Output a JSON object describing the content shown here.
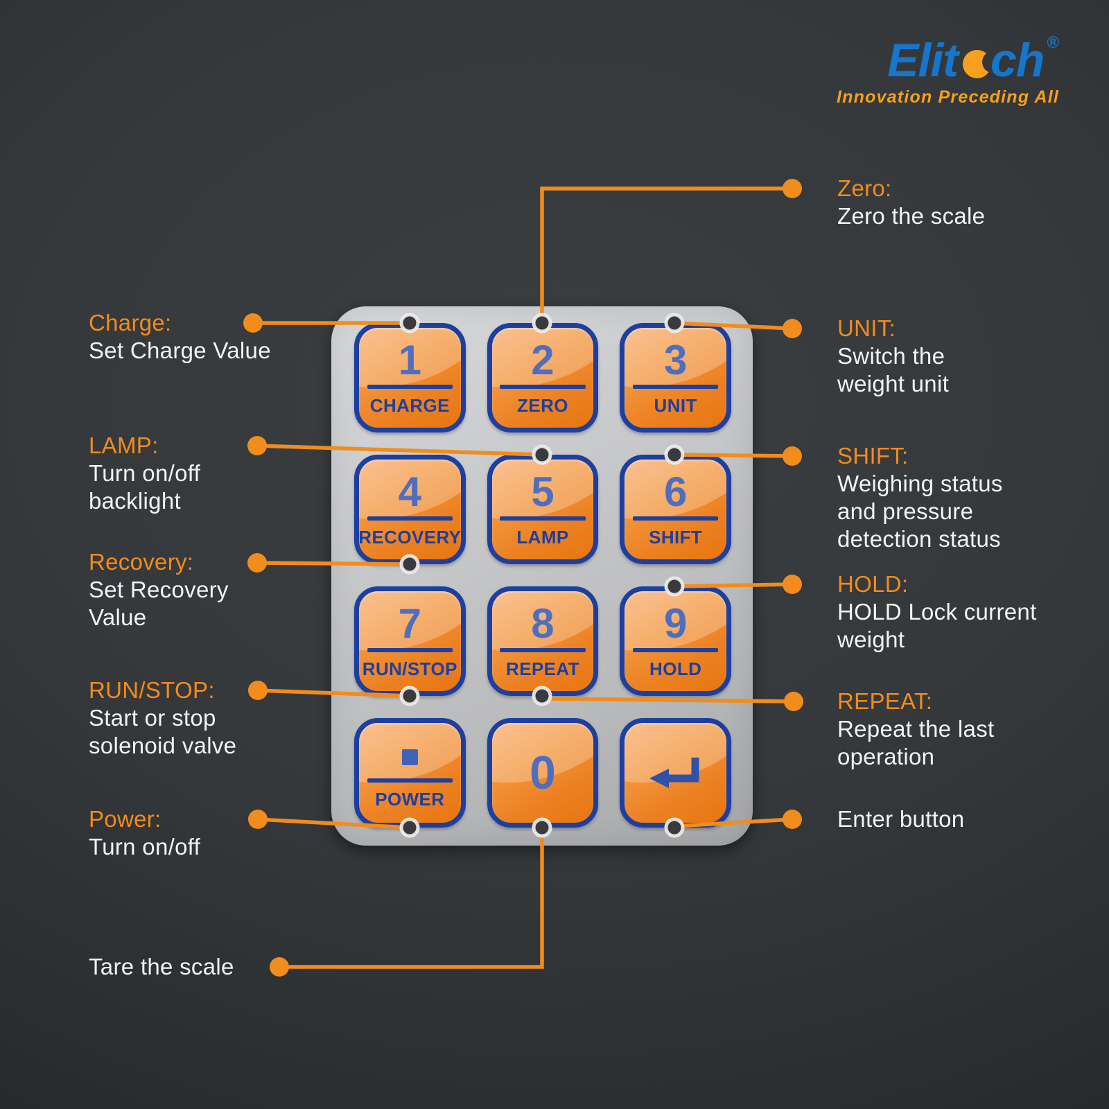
{
  "logo": {
    "brand_prefix": "Elit",
    "brand_suffix": "ch",
    "registered": "®",
    "tagline": "Innovation Preceding All",
    "blue": "#1577CB",
    "orange": "#F6A01D"
  },
  "colors": {
    "accent_orange": "#F28C1C",
    "button_border_blue": "#1D3FA0",
    "button_number_blue": "#4F6EC0",
    "button_fill_orange": "#EF8A2C",
    "panel_gray": "#C6C7C9",
    "text_white": "#F3F3F3",
    "background_dark": "#2B2E31"
  },
  "icons": {
    "power_square": "stop-square-icon",
    "enter_arrow": "enter-arrow-icon"
  },
  "keypad": {
    "buttons": [
      {
        "number": "1",
        "label": "CHARGE"
      },
      {
        "number": "2",
        "label": "ZERO"
      },
      {
        "number": "3",
        "label": "UNIT"
      },
      {
        "number": "4",
        "label": "RECOVERY"
      },
      {
        "number": "5",
        "label": "LAMP"
      },
      {
        "number": "6",
        "label": "SHIFT"
      },
      {
        "number": "7",
        "label": "RUN/STOP"
      },
      {
        "number": "8",
        "label": "REPEAT"
      },
      {
        "number": "9",
        "label": "HOLD"
      },
      {
        "number": "",
        "label": "POWER"
      },
      {
        "number": "0",
        "label": ""
      },
      {
        "number": "",
        "label": ""
      }
    ]
  },
  "annotations": {
    "left": [
      {
        "title": "Charge:",
        "desc": [
          "Set Charge Value"
        ]
      },
      {
        "title": "LAMP:",
        "desc": [
          "Turn on/off",
          "backlight"
        ]
      },
      {
        "title": "Recovery:",
        "desc": [
          "Set Recovery",
          "Value"
        ]
      },
      {
        "title": "RUN/STOP:",
        "desc": [
          "Start or stop",
          "solenoid valve"
        ]
      },
      {
        "title": "Power:",
        "desc": [
          "Turn on/off"
        ]
      },
      {
        "title": "",
        "desc": [
          "Tare the scale"
        ]
      }
    ],
    "right": [
      {
        "title": "Zero:",
        "desc": [
          "Zero the scale"
        ]
      },
      {
        "title": "UNIT:",
        "desc": [
          "Switch the",
          "weight unit"
        ]
      },
      {
        "title": "SHIFT:",
        "desc": [
          "Weighing status",
          "and pressure",
          "detection status"
        ]
      },
      {
        "title": "HOLD:",
        "desc": [
          "HOLD Lock current",
          "weight"
        ]
      },
      {
        "title": "REPEAT:",
        "desc": [
          "Repeat the last",
          "operation"
        ]
      },
      {
        "title": "",
        "desc": [
          "Enter button"
        ]
      }
    ]
  }
}
